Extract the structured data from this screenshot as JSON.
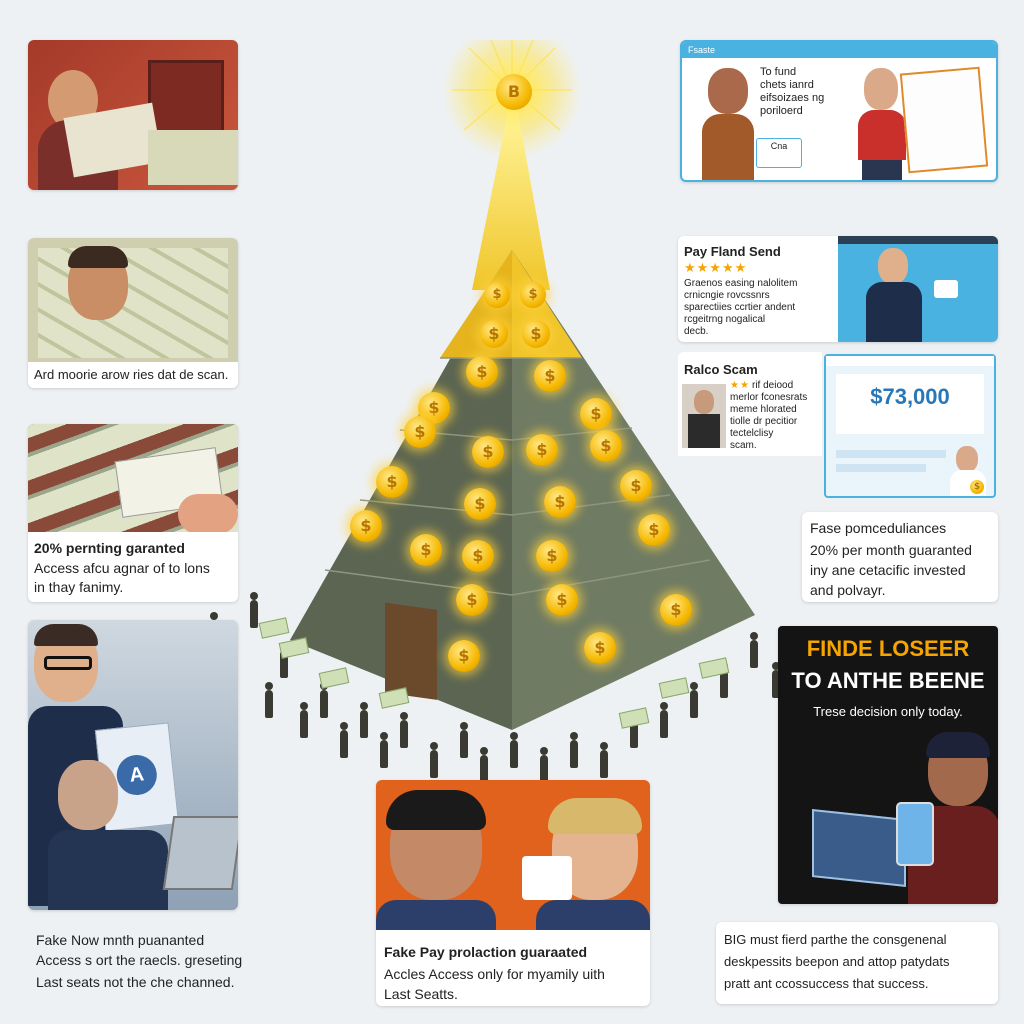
{
  "left_panels": {
    "panel2_caption": "Ard moorie arow ries dat de scan.",
    "panel3_title": "20% pernting garanted",
    "panel3_line1": "Access afcu agnar of to lons",
    "panel3_line2": "in thay fanimy.",
    "panel4_title": "Fake Now mnth puananted",
    "panel4_line1": "Access s ort the raecls. greseting",
    "panel4_line2": "Last seats not the che channed.",
    "panel4_badge": "A"
  },
  "right_panels": {
    "site_brand": "Fsaste",
    "site_text": [
      "To fund",
      "chets ianrd",
      "eifsoizaes ng",
      "poriloerd"
    ],
    "site_button": "Cna",
    "pay_title": "Pay Fland Send",
    "pay_stars": "★★★★★",
    "pay_lines": [
      "Graenos easing nalolitem",
      "crnicngie rovcssnrs",
      "sparectiies ccrtier andent",
      "rcgeitrng nogalical",
      "decb."
    ],
    "scam_title": "Ralco Scam",
    "scam_stars": "★★",
    "scam_lines": [
      "rif deiood",
      "merlor fconesrats",
      "meme hlorated",
      "tiolle dr pecitior",
      "tectelclisy",
      "scam."
    ],
    "scam_amount": "$73,000",
    "promo_title": "Fase pomceduliances",
    "promo_line1": "20% per month guaranted",
    "promo_line2": "iny ane cetacific invested",
    "promo_line3": "and polvayr.",
    "dark_title1": "FINDE LOSEER",
    "dark_title2": "TO ANTHE BEENE",
    "dark_sub": "Trese decision only today.",
    "bottom_right_line1": "BIG must fierd parthe the consgenenal",
    "bottom_right_line2": "deskpessits beepon and attop patydats",
    "bottom_right_line3": "pratt ant ccossuccess that success."
  },
  "center": {
    "top_coin_symbol": "B",
    "coin_symbol": "$",
    "bottom_title": "Fake Pay prolaction guaraated",
    "bottom_line1": "Accles Access only for myamily uith",
    "bottom_line2": "Last Seatts."
  },
  "colors": {
    "pyramid_dark": "#5b6552",
    "pyramid_light": "#6f7b63",
    "pyramid_gold": "#f0c52a",
    "beam": "#ffe34a",
    "coin": "#f5b800",
    "dark_panel": "#141414",
    "dark_title": "#f5a400",
    "orange_scene": "#e0621c",
    "site_blue": "#4ab2e0"
  }
}
